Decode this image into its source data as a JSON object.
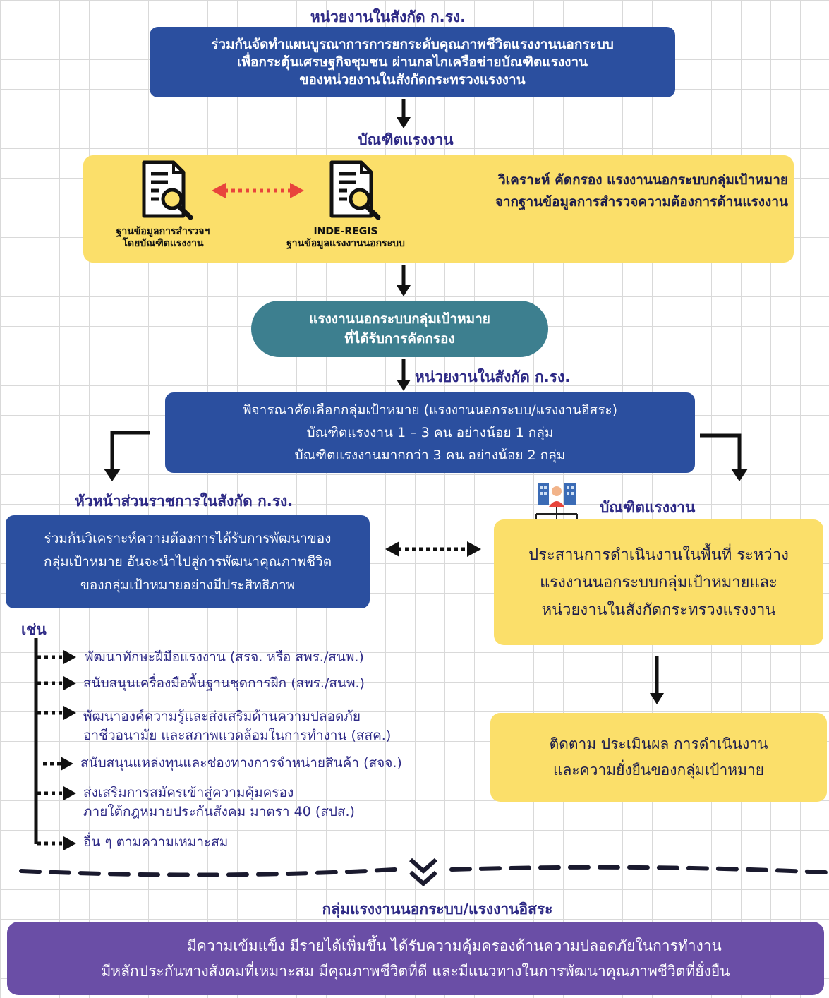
{
  "top": {
    "label": "หน่วยงานในสังกัด ก.รง.",
    "box_lines": [
      "ร่วมกันจัดทำแผนบูรณาการการยกระดับคุณภาพชีวิตแรงงานนอกระบบ",
      "เพื่อกระตุ้นเศรษฐกิจชุมชน ผ่านกลไกเครือข่ายบัณฑิตแรงงาน",
      "ของหน่วยงานในสังกัดกระทรวงแรงงาน"
    ]
  },
  "grad": {
    "label": "บัณฑิตแรงงาน",
    "db1_lines": [
      "ฐานข้อมูลการสำรวจฯ",
      "โดยบัณฑิตแรงงาน"
    ],
    "db2_lines": [
      "INDE-REGIS",
      "ฐานข้อมูลแรงงานนอกระบบ"
    ],
    "analysis_lines": [
      "วิเคราะห์ คัดกรอง แรงงานนอกระบบกลุ่มเป้าหมาย",
      "จากฐานข้อมูลการสำรวจความต้องการด้านแรงงาน"
    ]
  },
  "screened": {
    "lines": [
      "แรงงานนอกระบบกลุ่มเป้าหมาย",
      "ที่ได้รับการคัดกรอง"
    ]
  },
  "agency2": {
    "label": "หน่วยงานในสังกัด ก.รง.",
    "lines": [
      "พิจารณาคัดเลือกกลุ่มเป้าหมาย (แรงงานนอกระบบ/แรงงานอิสระ)",
      "บัณฑิตแรงงาน 1 – 3 คน อย่างน้อย 1 กลุ่ม",
      "บัณฑิตแรงงานมากกว่า 3 คน อย่างน้อย 2 กลุ่ม"
    ]
  },
  "left": {
    "label": "หัวหน้าส่วนราชการในสังกัด ก.รง.",
    "lines": [
      "ร่วมกันวิเคราะห์ความต้องการได้รับการพัฒนาของ",
      "กลุ่มเป้าหมาย อันจะนำไปสู่การพัฒนาคุณภาพชีวิต",
      "ของกลุ่มเป้าหมายอย่างมีประสิทธิภาพ"
    ]
  },
  "right": {
    "label": "บัณฑิตแรงงาน",
    "lines": [
      "ประสานการดำเนินงานในพื้นที่ ระหว่าง",
      "แรงงานนอกระบบกลุ่มเป้าหมายและ",
      "หน่วยงานในสังกัดกระทรวงแรงงาน"
    ]
  },
  "examples": {
    "label": "เช่น",
    "items": [
      [
        "พัฒนาทักษะฝีมือแรงงาน (สรจ. หรือ สพร./สนพ.)"
      ],
      [
        "สนับสนุนเครื่องมือพื้นฐานชุดการฝึก (สพร./สนพ.)"
      ],
      [
        "พัฒนาองค์ความรู้และส่งเสริมด้านความปลอดภัย",
        "อาชีวอนามัย และสภาพแวดล้อมในการทำงาน (สสค.)"
      ],
      [
        "สนับสนุนแหล่งทุนและช่องทางการจำหน่ายสินค้า (สจจ.)"
      ],
      [
        "ส่งเสริมการสมัครเข้าสู่ความคุ้มครอง",
        "ภายใต้กฎหมายประกันสังคม มาตรา 40 (สปส.)"
      ],
      [
        "อื่น ๆ ตามความเหมาะสม"
      ]
    ]
  },
  "monitor": {
    "lines": [
      "ติดตาม ประเมินผล การดำเนินงาน",
      "และความยั่งยืนของกลุ่มเป้าหมาย"
    ]
  },
  "outcome": {
    "label": "กลุ่มแรงงานนอกระบบ/แรงงานอิสระ",
    "lines": [
      "มีความเข้มแข็ง มีรายได้เพิ่มขึ้น ได้รับความคุ้มครองด้านความปลอดภัยในการทำงาน",
      "มีหลักประกันทางสังคมที่เหมาะสม มีคุณภาพชีวิตที่ดี และมีแนวทางในการพัฒนาคุณภาพชีวิตที่ยั่งยืน"
    ]
  },
  "colors": {
    "blue": "#2b4f9f",
    "yellow": "#fbdf6a",
    "teal": "#3d7f8f",
    "purple": "#6a4ea6",
    "heading": "#2e2a86",
    "red_arrow": "#e8453c"
  },
  "icons": [
    "document-search-icon",
    "document-search-icon",
    "organization-people-icon",
    "double-chevron-down-icon"
  ]
}
